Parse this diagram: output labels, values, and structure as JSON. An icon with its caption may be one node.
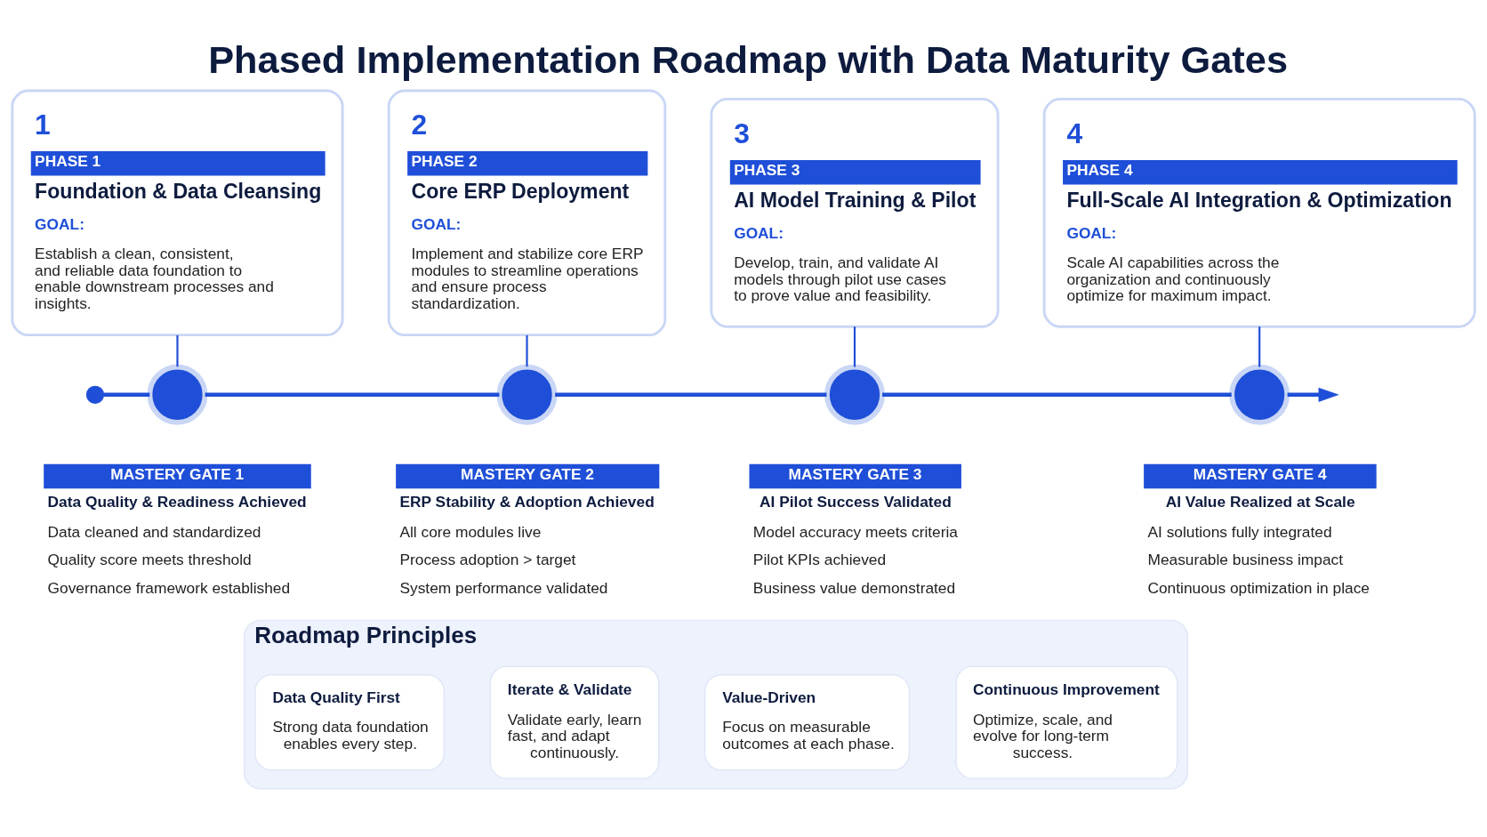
{
  "diagram": {
    "title": "Phased Implementation Roadmap with Data Maturity Gates",
    "nodes": [
      {
        "text": [
          "1",
          "PHASE 1",
          "Foundation & Data Cleansing",
          "GOAL:",
          "Establish a clean, consistent, and reliable data foundation to enable downstream processes and insights."
        ]
      },
      {
        "text": [
          "2",
          "PHASE 2",
          "Core ERP Deployment",
          "GOAL:",
          "Implement and stabilize core ERP modules to streamline operations and ensure process standardization."
        ]
      },
      {
        "text": [
          "3",
          "PHASE 3",
          "AI Model Training & Pilot",
          "GOAL:",
          "Develop, train, and validate AI models through pilot use cases to prove value and feasibility."
        ]
      },
      {
        "text": [
          "4",
          "PHASE 4",
          "Full-Scale AI Integration & Optimization",
          "GOAL:",
          "Scale AI capabilities across the organization and continuously optimize for maximum impact."
        ]
      },
      {
        "text": [],
        "shape": "circle"
      },
      {
        "text": [],
        "shape": "circle"
      },
      {
        "text": [],
        "shape": "circle"
      },
      {
        "text": [],
        "shape": "circle"
      },
      {
        "text": [],
        "shape": "circle"
      },
      {
        "text": [
          "MASTERY GATE 1",
          "Data Quality & Readiness Achieved",
          "Data cleaned and standardized",
          "Quality score meets threshold",
          "Governance framework established"
        ]
      },
      {
        "text": [
          "MASTERY GATE 2",
          "ERP Stability & Adoption Achieved",
          "All core modules live",
          "Process adoption > target",
          "System performance validated"
        ]
      },
      {
        "text": [
          "MASTERY GATE 3",
          "AI Pilot Success Validated",
          "Model accuracy meets criteria",
          "Pilot KPIs achieved",
          "Business value demonstrated"
        ]
      },
      {
        "text": [
          "MASTERY GATE 4",
          "AI Value Realized at Scale",
          "AI solutions fully integrated",
          "Measurable business impact",
          "Continuous optimization in place"
        ]
      },
      {
        "text": [
          "Roadmap Principles"
        ]
      },
      {
        "text": [
          "Data Quality First",
          "Strong data foundation enables every step."
        ],
        "in": 13
      },
      {
        "text": [
          "Iterate & Validate",
          "Validate early, learn fast, and adapt continuously."
        ],
        "in": 13
      },
      {
        "text": [
          "Value-Driven",
          "Focus on measurable outcomes at each phase."
        ],
        "in": 13
      },
      {
        "text": [
          "Continuous Improvement",
          "Optimize, scale, and evolve for long-term success."
        ],
        "in": 13
      }
    ],
    "edges": [
      {
        "from": 4,
        "to": 5,
        "arrow": "none"
      },
      {
        "from": 5,
        "to": 6,
        "arrow": "none"
      },
      {
        "from": 6,
        "to": 7,
        "arrow": "none"
      },
      {
        "from": 7,
        "to": 8,
        "arrow": "none"
      },
      {
        "from": 8,
        "to": null,
        "arrow": "to"
      },
      {
        "from": 0,
        "to": 5,
        "arrow": "none"
      },
      {
        "from": 1,
        "to": 6,
        "arrow": "none"
      },
      {
        "from": 2,
        "to": 7,
        "arrow": "none"
      },
      {
        "from": 3,
        "to": 8,
        "arrow": "none"
      }
    ]
  }
}
